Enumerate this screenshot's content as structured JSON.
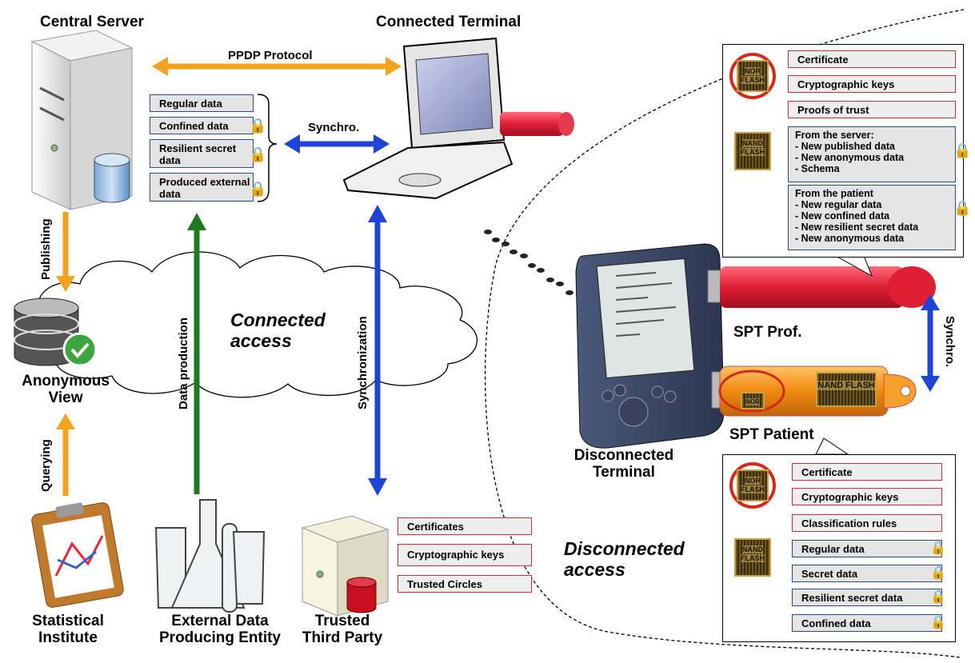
{
  "titles": {
    "central_server": "Central Server",
    "connected_terminal": "Connected Terminal",
    "anonymous_view": "Anonymous View",
    "statistical_institute": "Statistical Institute",
    "external_entity": "External Data Producing Entity",
    "trusted_third_party": "Trusted Third Party",
    "disconnected_terminal": "Disconnected Terminal",
    "spt_prof": "SPT Prof.",
    "spt_patient": "SPT Patient",
    "connected_access": "Connected access",
    "disconnected_access": "Disconnected access"
  },
  "arrows": {
    "ppdp": "PPDP Protocol",
    "synchro_top": "Synchro.",
    "publishing": "Publishing",
    "querying": "Querying",
    "data_production": "Data production",
    "synchronization": "Synchronization",
    "synchro_right": "Synchro."
  },
  "server_boxes": [
    "Regular data",
    "Confined data",
    "Resilient secret data",
    "Produced external data"
  ],
  "ttp_boxes": [
    "Certificates",
    "Cryptographic keys",
    "Trusted Circles"
  ],
  "prof_panel": {
    "nor_items": [
      "Certificate",
      "Cryptographic keys",
      "Proofs of trust"
    ],
    "from_server": [
      "From the server:",
      "- New published data",
      "- New anonymous data",
      "- Schema"
    ],
    "from_patient": [
      "From the patient",
      "- New regular data",
      "- New confined data",
      "- New resilient secret data",
      "- New anonymous data"
    ]
  },
  "patient_panel": {
    "nor_items": [
      "Certificate",
      "Cryptographic keys",
      "Classification rules"
    ],
    "nand_items": [
      "Regular data",
      "Secret data",
      "Resilient secret data",
      "Confined data"
    ]
  },
  "chips": {
    "nor": "NOR FLASH",
    "nand": "NAND FLASH",
    "nor_small": "NOR"
  },
  "colors": {
    "orange": "#f5a21e",
    "blue": "#1e44d8",
    "green": "#1f7a1f",
    "red_border": "#d42a3a",
    "blue_border": "#2c4a8a"
  }
}
